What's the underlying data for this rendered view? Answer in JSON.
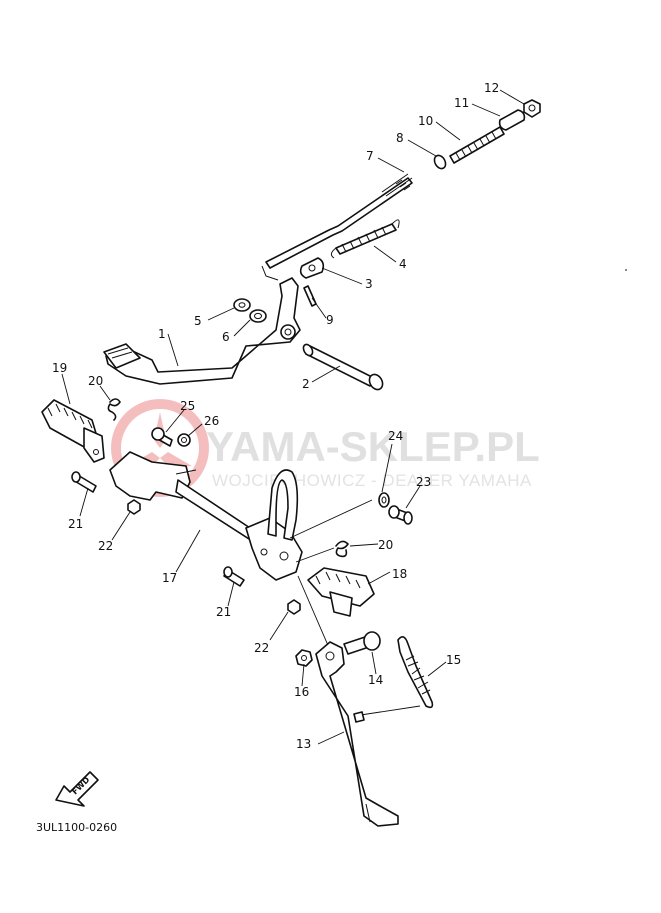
{
  "watermark": {
    "brand": "YAMA-SKLEP.PL",
    "subtitle": "WOJCIECHOWICZ - DEALER YAMAHA",
    "logo_color": "#f4b8b8"
  },
  "diagram_code": "3UL1100-0260",
  "fwd_badge": "FWD",
  "callouts": [
    "1",
    "2",
    "3",
    "4",
    "5",
    "6",
    "7",
    "8",
    "9",
    "10",
    "11",
    "12",
    "13",
    "14",
    "15",
    "16",
    "17",
    "18",
    "19",
    "20",
    "21",
    "22",
    "23",
    "24",
    "25",
    "26",
    "20",
    "21",
    "22"
  ]
}
